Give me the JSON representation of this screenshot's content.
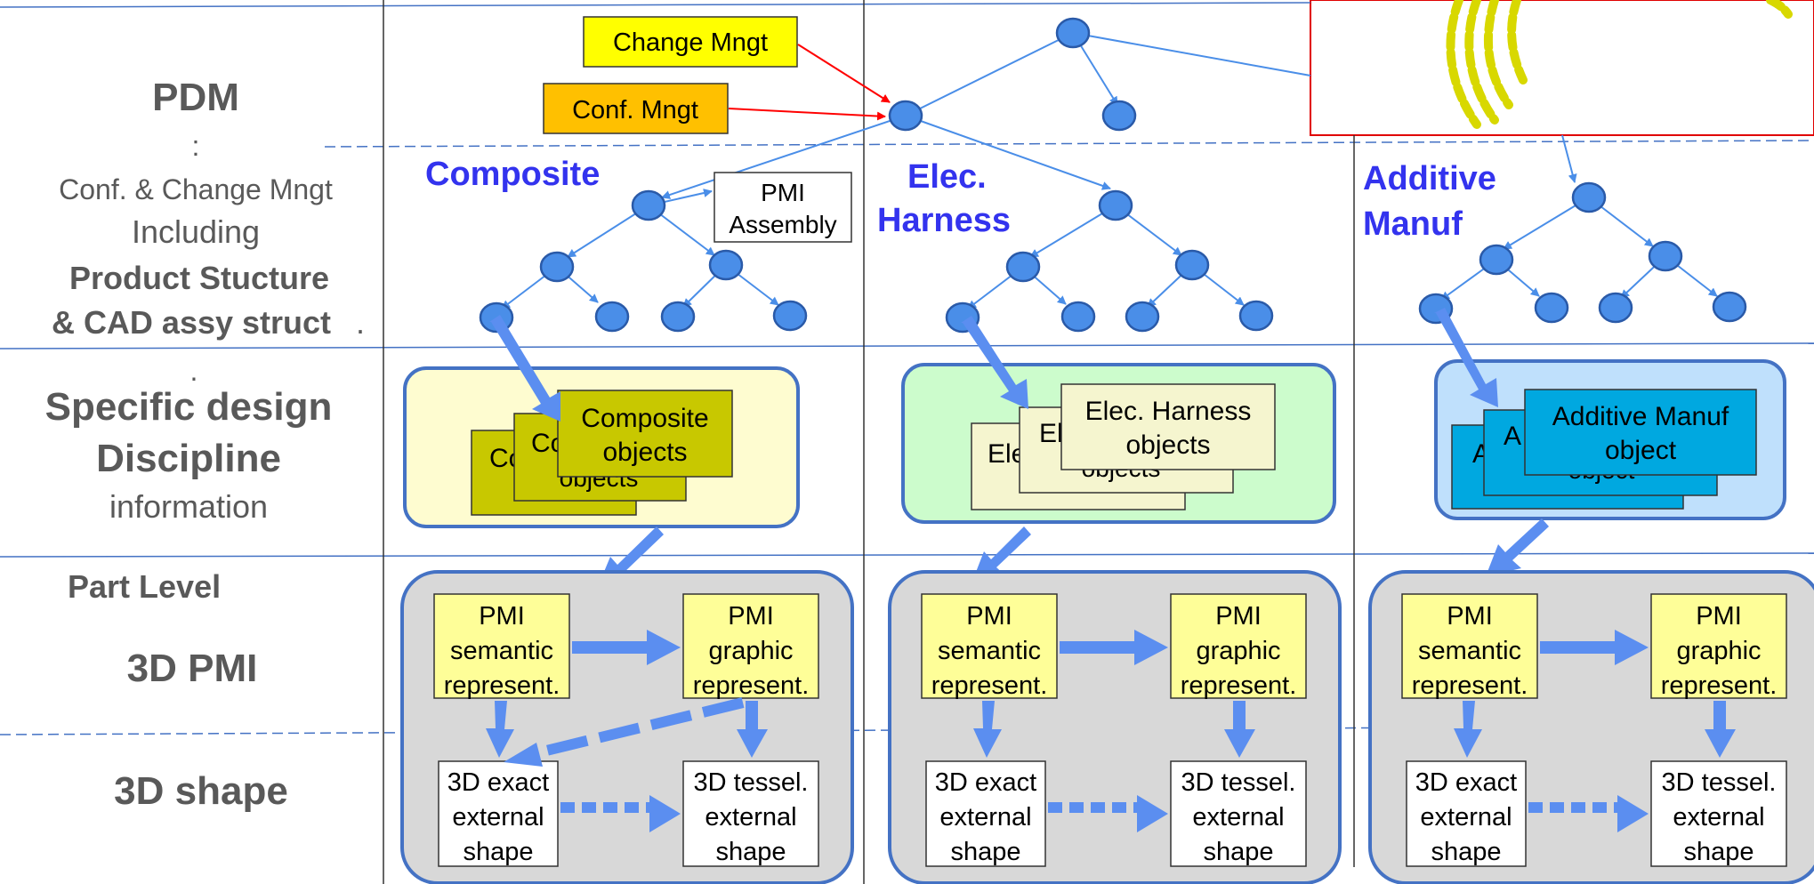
{
  "left_labels": {
    "pdm": "PDM",
    "pdm_colon": ":",
    "conf_change": "Conf. & Change Mngt",
    "including": "Including",
    "product_structure": "Product Stucture",
    "cad_assy": "& CAD assy struct",
    "cad_assy_dot": ".",
    "specific_dot": ".",
    "specific_design": "Specific design",
    "discipline": "Discipline",
    "information": "information",
    "part_level": "Part Level",
    "pmi_3d": "3D PMI",
    "shape_3d": "3D shape"
  },
  "top": {
    "change_mngt": "Change  Mngt",
    "conf_mngt": "Conf.  Mngt"
  },
  "composite": {
    "title": "Composite",
    "pmi_assembly_line1": "PMI",
    "pmi_assembly_line2": "Assembly",
    "obj_back": "Co",
    "obj_mid": "Co",
    "obj_mid_b": "objects",
    "obj_front_line1": "Composite",
    "obj_front_line2": "objects"
  },
  "elec": {
    "title_line1": "Elec.",
    "title_line2": "Harness",
    "obj_back": "Ele",
    "obj_mid": "El",
    "obj_mid_b": "objects",
    "obj_front_line1": "Elec. Harness",
    "obj_front_line2": "objects"
  },
  "additive": {
    "title_line1": "Additive",
    "title_line2": "Manuf",
    "obj_back": "A",
    "obj_mid": "A",
    "obj_mid_b": "object",
    "obj_front_line1": "Additive Manuf",
    "obj_front_line2": "object"
  },
  "pmi_boxes": {
    "sem_line1": "PMI",
    "sem_line2": "semantic",
    "sem_line3": "represent.",
    "gra_line1": "PMI",
    "gra_line2": "graphic",
    "gra_line3": "represent."
  },
  "shape_boxes": {
    "exact_line1": "3D exact",
    "exact_line2": "external",
    "exact_line3": "shape",
    "tess_line1": "3D tessel.",
    "tess_line2": "external",
    "tess_line3": "shape"
  },
  "colors": {
    "node": "#4a8ee8",
    "arrow": "#5b8ef0",
    "line": "#4472c4",
    "composite_panel": "#fefcd0",
    "composite_obj": "#c8c800",
    "elec_panel": "#ccfccc",
    "elec_obj": "#f5f5cf",
    "additive_panel": "#bfe0fc",
    "additive_obj": "#00a8e0",
    "pmi_box": "#fefe98",
    "pmi_panel": "#d8d8d8",
    "change_mngt": "#ffff00",
    "conf_mngt": "#ffc000",
    "discipline_text": "#3333ee",
    "red": "#ff0000"
  }
}
